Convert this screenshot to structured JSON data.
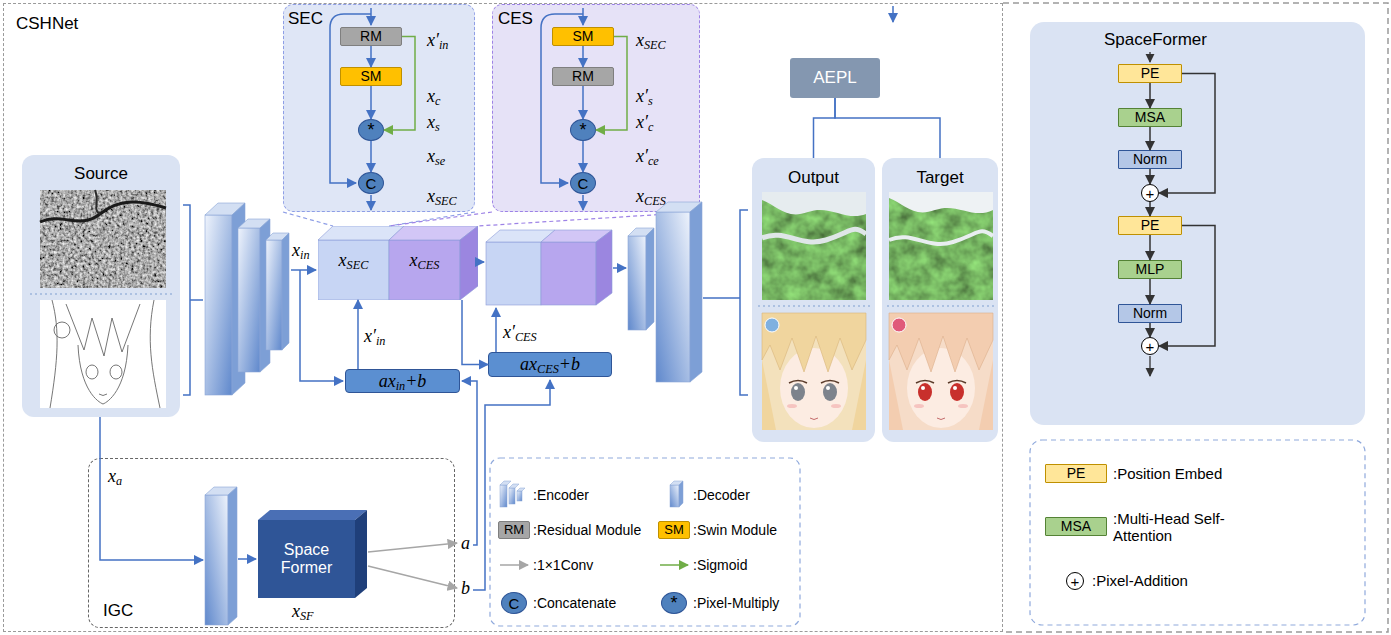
{
  "diagram": {
    "nodes": [
      {
        "text": [
          "CSHNet"
        ]
      },
      {
        "text": [
          "SEC"
        ],
        "in": 0
      },
      {
        "text": [
          "RM"
        ],
        "in": 1
      },
      {
        "text": [
          "SM"
        ],
        "in": 1
      },
      {
        "text": [
          "*"
        ],
        "in": 1
      },
      {
        "text": [
          "C"
        ],
        "in": 1
      },
      {
        "text": [
          "CES"
        ],
        "in": 0
      },
      {
        "text": [
          "SM"
        ],
        "in": 6
      },
      {
        "text": [
          "RM"
        ],
        "in": 6
      },
      {
        "text": [
          "*"
        ],
        "in": 6
      },
      {
        "text": [
          "C"
        ],
        "in": 6
      },
      {
        "text": [
          "AEPL"
        ],
        "in": 0
      },
      {
        "text": [
          "Source"
        ],
        "in": 0
      },
      {
        "text": [
          "xSEC",
          "xCES"
        ],
        "in": 0
      },
      {
        "text": [
          "Output"
        ],
        "in": 0
      },
      {
        "text": [
          "Target"
        ],
        "in": 0
      },
      {
        "text": [
          "axin+b"
        ],
        "in": 0
      },
      {
        "text": [
          "axCES+b"
        ],
        "in": 0
      },
      {
        "text": [
          "IGC"
        ],
        "in": 0
      },
      {
        "text": [
          "Space Former"
        ],
        "in": 18
      },
      {
        "text": [
          "RM"
        ],
        "in": 0
      },
      {
        "text": [
          "SM"
        ],
        "in": 0
      },
      {
        "text": [
          "C"
        ],
        "in": 0
      },
      {
        "text": [
          "*"
        ],
        "in": 0
      },
      {
        "text": [
          "SpaceFormer"
        ]
      },
      {
        "text": [
          "PE"
        ],
        "in": 24
      },
      {
        "text": [
          "MSA"
        ],
        "in": 24
      },
      {
        "text": [
          "Norm"
        ],
        "in": 24
      },
      {
        "text": [
          "+"
        ],
        "in": 24
      },
      {
        "text": [
          "PE"
        ],
        "in": 24
      },
      {
        "text": [
          "MLP"
        ],
        "in": 24
      },
      {
        "text": [
          "Norm"
        ],
        "in": 24
      },
      {
        "text": [
          "+"
        ],
        "in": 24
      },
      {
        "text": [
          "PE"
        ]
      },
      {
        "text": [
          "MSA"
        ]
      },
      {
        "text": [
          "+"
        ]
      }
    ],
    "edges": [
      {
        "from": 2,
        "to": 3,
        "arrow": "to"
      },
      {
        "from": 3,
        "to": 4,
        "arrow": "to"
      },
      {
        "from": 4,
        "to": 5,
        "arrow": "to"
      },
      {
        "from": 2,
        "to": 4,
        "arrow": "to"
      },
      {
        "from": 7,
        "to": 8,
        "arrow": "to"
      },
      {
        "from": 8,
        "to": 9,
        "arrow": "to"
      },
      {
        "from": 9,
        "to": 10,
        "arrow": "to"
      },
      {
        "from": 7,
        "to": 9,
        "arrow": "to"
      },
      {
        "from": 16,
        "to": 13,
        "arrow": "to"
      },
      {
        "from": 13,
        "to": 17,
        "arrow": "to"
      },
      {
        "from": 11,
        "to": 14,
        "arrow": "none"
      },
      {
        "from": 11,
        "to": 15,
        "arrow": "none"
      },
      {
        "from": 25,
        "to": 26,
        "arrow": "to"
      },
      {
        "from": 26,
        "to": 27,
        "arrow": "to"
      },
      {
        "from": 27,
        "to": 28,
        "arrow": "to"
      },
      {
        "from": 28,
        "to": 29,
        "arrow": "to"
      },
      {
        "from": 29,
        "to": 30,
        "arrow": "to"
      },
      {
        "from": 30,
        "to": 31,
        "arrow": "to"
      },
      {
        "from": 31,
        "to": 32,
        "arrow": "to"
      },
      {
        "from": 25,
        "to": 28,
        "arrow": "to"
      },
      {
        "from": 29,
        "to": 32,
        "arrow": "to"
      }
    ],
    "labels": [
      "x′in",
      "xc",
      "xs",
      "xse",
      "xSEC",
      "xSEC",
      "x′s",
      "x′c",
      "x′ce",
      "xCES",
      "xin",
      "x′in",
      "x′CES",
      "xa",
      "xSF",
      "a",
      "b"
    ],
    "legend": [
      {
        "text": ":Encoder"
      },
      {
        "text": ":Decoder"
      },
      {
        "text": ":Residual Module"
      },
      {
        "text": ":Swin Module"
      },
      {
        "text": ":1×1Conv"
      },
      {
        "text": ":Sigmoid"
      },
      {
        "text": ":Concatenate"
      },
      {
        "text": ":Pixel-Multiply"
      },
      {
        "text": ":Position Embed"
      },
      {
        "text": ":Multi-Head Self-Attention"
      },
      {
        "text": ":Pixel-Addition"
      }
    ]
  }
}
